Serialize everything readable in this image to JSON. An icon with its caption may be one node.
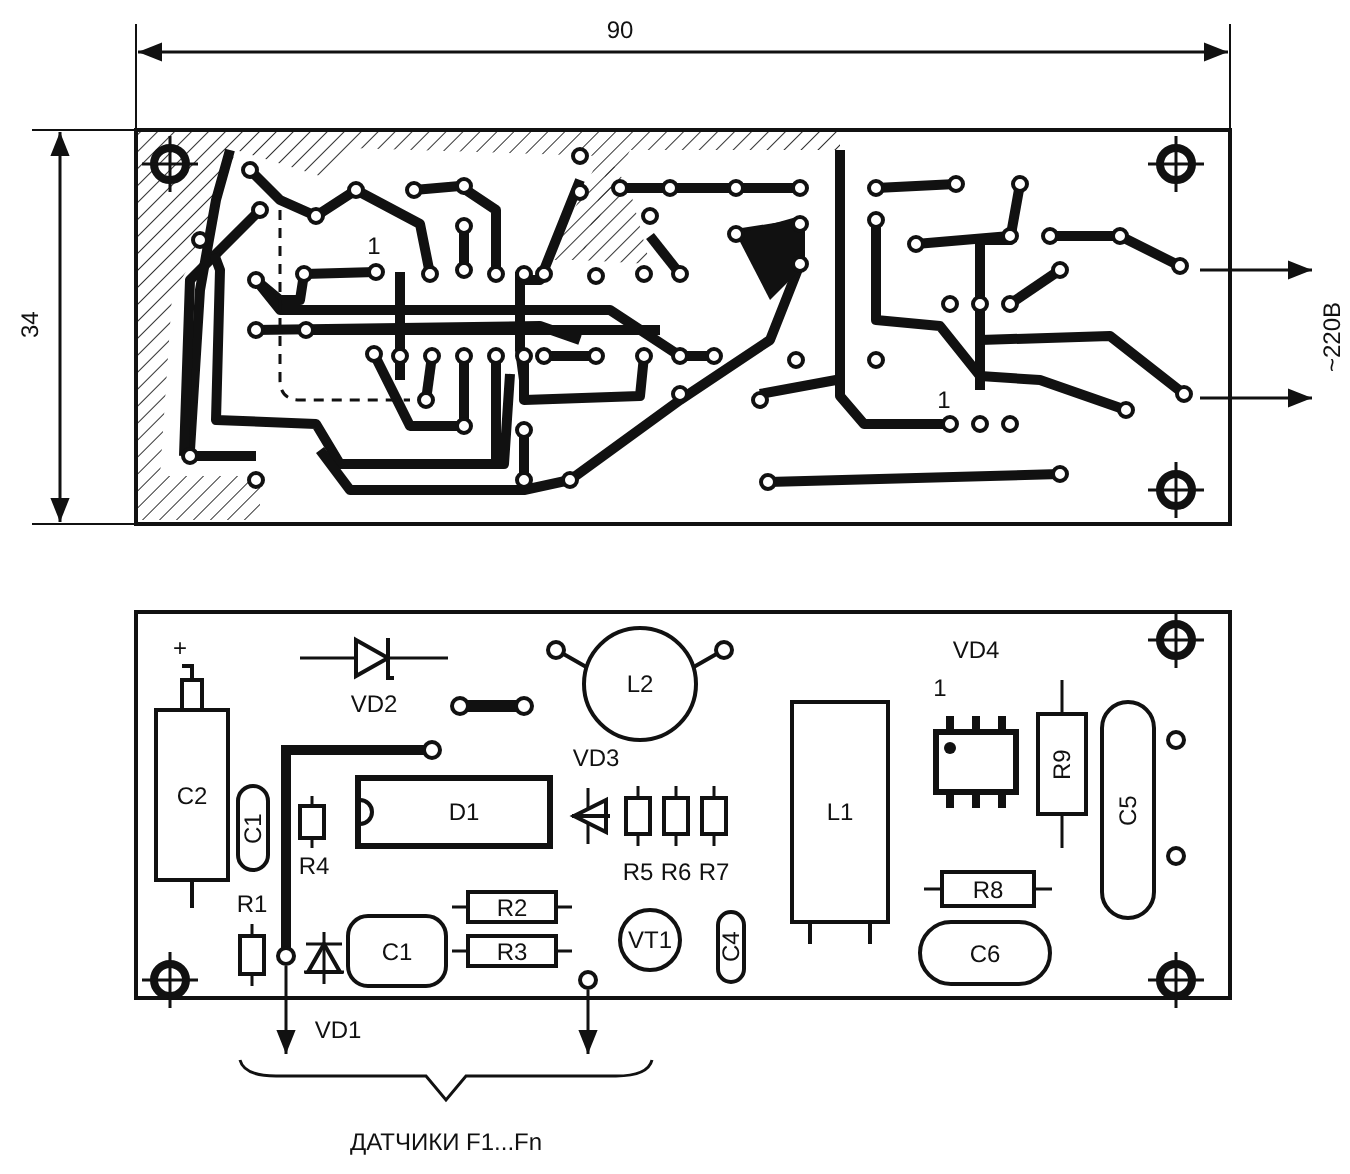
{
  "diagram": {
    "nodes": [
      {
        "text": [
          "~220В"
        ]
      },
      {
        "text": [
          "C2"
        ]
      },
      {
        "text": [
          "C1"
        ]
      },
      {
        "text": [
          "VD2"
        ]
      },
      {
        "text": [
          "L2"
        ]
      },
      {
        "text": [
          "VD3"
        ]
      },
      {
        "text": [
          "D1"
        ]
      },
      {
        "text": [
          "R4"
        ]
      },
      {
        "text": [
          "R5"
        ]
      },
      {
        "text": [
          "R6"
        ]
      },
      {
        "text": [
          "R7"
        ]
      },
      {
        "text": [
          "R1"
        ]
      },
      {
        "text": [
          "C1"
        ]
      },
      {
        "text": [
          "R2"
        ]
      },
      {
        "text": [
          "R3"
        ]
      },
      {
        "text": [
          "VT1"
        ]
      },
      {
        "text": [
          "C4"
        ]
      },
      {
        "text": [
          "VD1"
        ]
      },
      {
        "text": [
          "L1"
        ]
      },
      {
        "text": [
          "VD4"
        ]
      },
      {
        "text": [
          "R9"
        ]
      },
      {
        "text": [
          "C5"
        ]
      },
      {
        "text": [
          "R8"
        ]
      },
      {
        "text": [
          "C6"
        ]
      },
      {
        "text": [
          "ДАТЧИКИ F1...Fn"
        ]
      },
      {
        "text": [],
        "shape": "circle"
      },
      {
        "text": [],
        "shape": "circle"
      }
    ],
    "edges": [
      {
        "from": null,
        "to": 0,
        "arrow": "to"
      },
      {
        "from": null,
        "to": 0,
        "arrow": "to"
      },
      {
        "from": 25,
        "to": 24,
        "arrow": "to"
      },
      {
        "from": 26,
        "to": 24,
        "arrow": "to"
      }
    ],
    "labels": [
      "90",
      "34",
      "1",
      "1",
      "+",
      "1"
    ]
  }
}
